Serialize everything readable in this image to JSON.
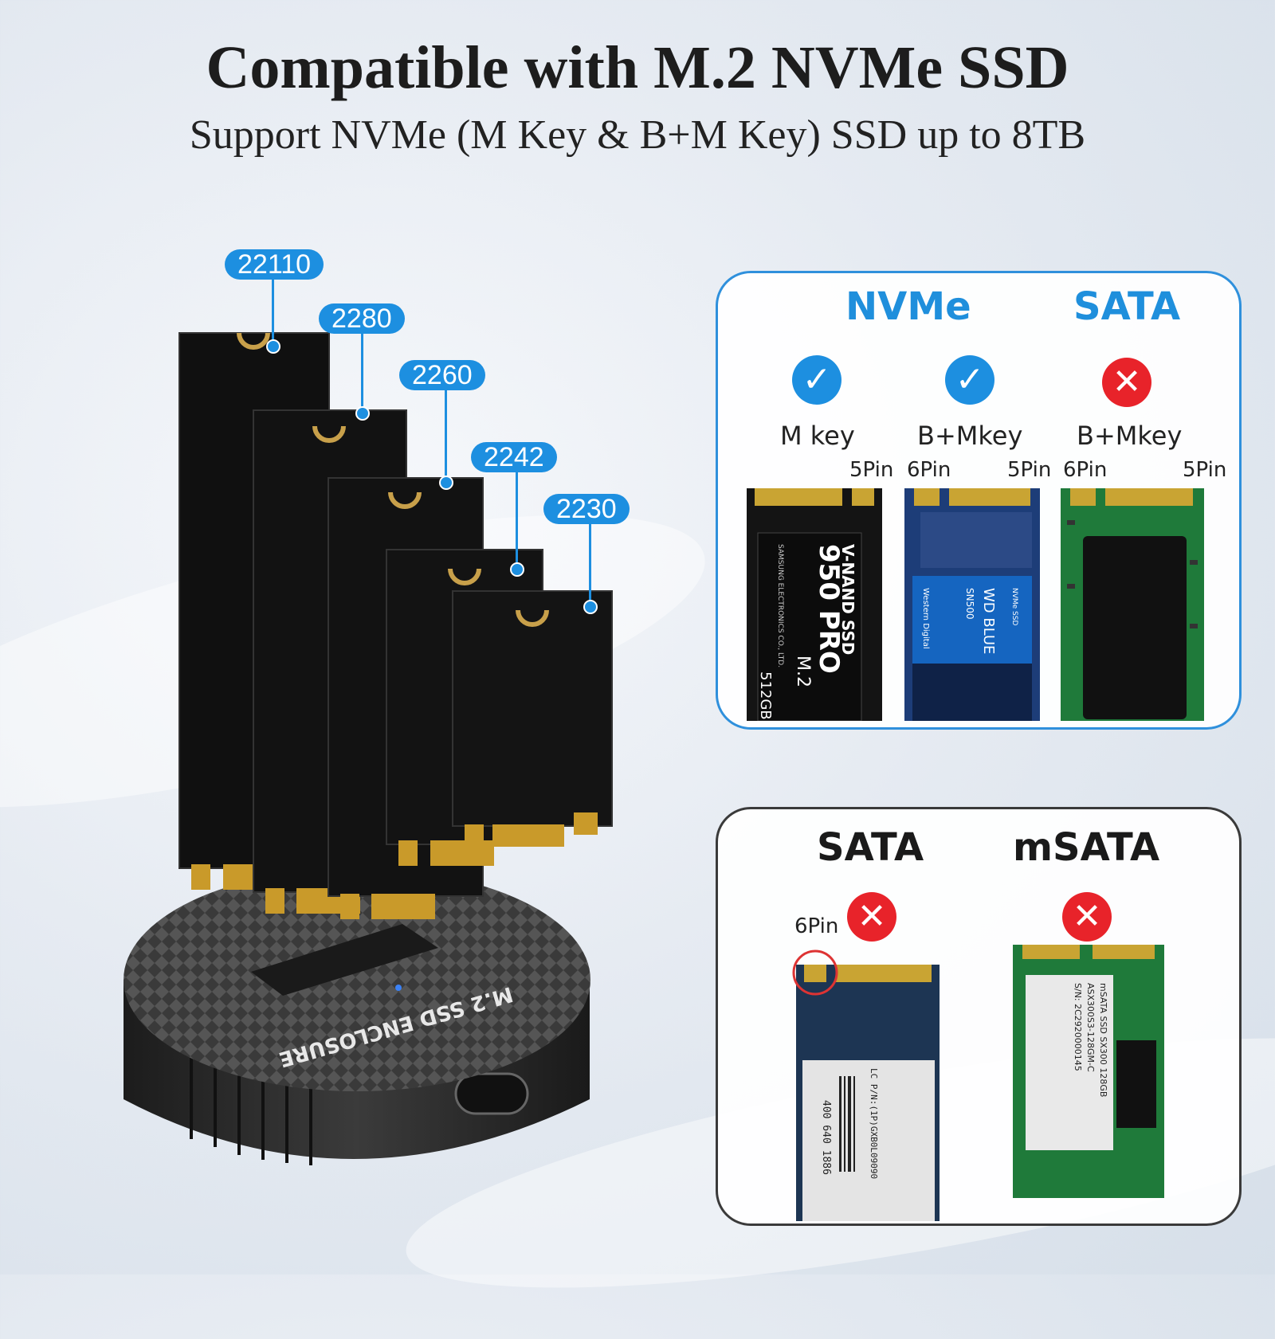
{
  "header": {
    "title": "Compatible with M.2 NVMe SSD",
    "subtitle": "Support NVMe (M Key & B+M Key) SSD up to 8TB"
  },
  "sizes": [
    "22110",
    "2280",
    "2260",
    "2242",
    "2230"
  ],
  "enclosure": {
    "label": "M.2 SSD ENCLOSURE"
  },
  "top_panel": {
    "nvme_label": "NVMe",
    "sata_label": "SATA",
    "cards": [
      {
        "key": "M key",
        "status": "check-icon",
        "pins": [
          "5Pin"
        ],
        "brand": "V-NAND SSD",
        "model": "950 PRO",
        "suffix": "M.2",
        "capacity": "512GB",
        "maker": "SAMSUNG ELECTRONICS CO., LTD."
      },
      {
        "key": "B+Mkey",
        "status": "check-icon",
        "pins": [
          "6Pin",
          "5Pin"
        ],
        "brand": "WD BLUE",
        "model": "SN500",
        "suffix": "NVMe SSD",
        "maker": "Western Digital"
      },
      {
        "key": "B+Mkey",
        "status": "cross-icon",
        "pins": [
          "6Pin",
          "5Pin"
        ]
      }
    ]
  },
  "bottom_panel": {
    "sata_label": "SATA",
    "msata_label": "mSATA",
    "sata_pin": "6Pin",
    "sata_card": {
      "code": "LC P/N:(1P)GXB0L09090",
      "serial": "400 640 1886"
    },
    "msata_card": {
      "line1": "mSATA SSD SX300 128GB",
      "line2": "ASX300S3-128GM-C",
      "line3": "S/N: 2C2920000145"
    }
  },
  "colors": {
    "accent": "#1d8fe0",
    "error": "#e8232a",
    "pcb_green": "#1f7a3a",
    "pcb_blue": "#1c3c7a"
  }
}
